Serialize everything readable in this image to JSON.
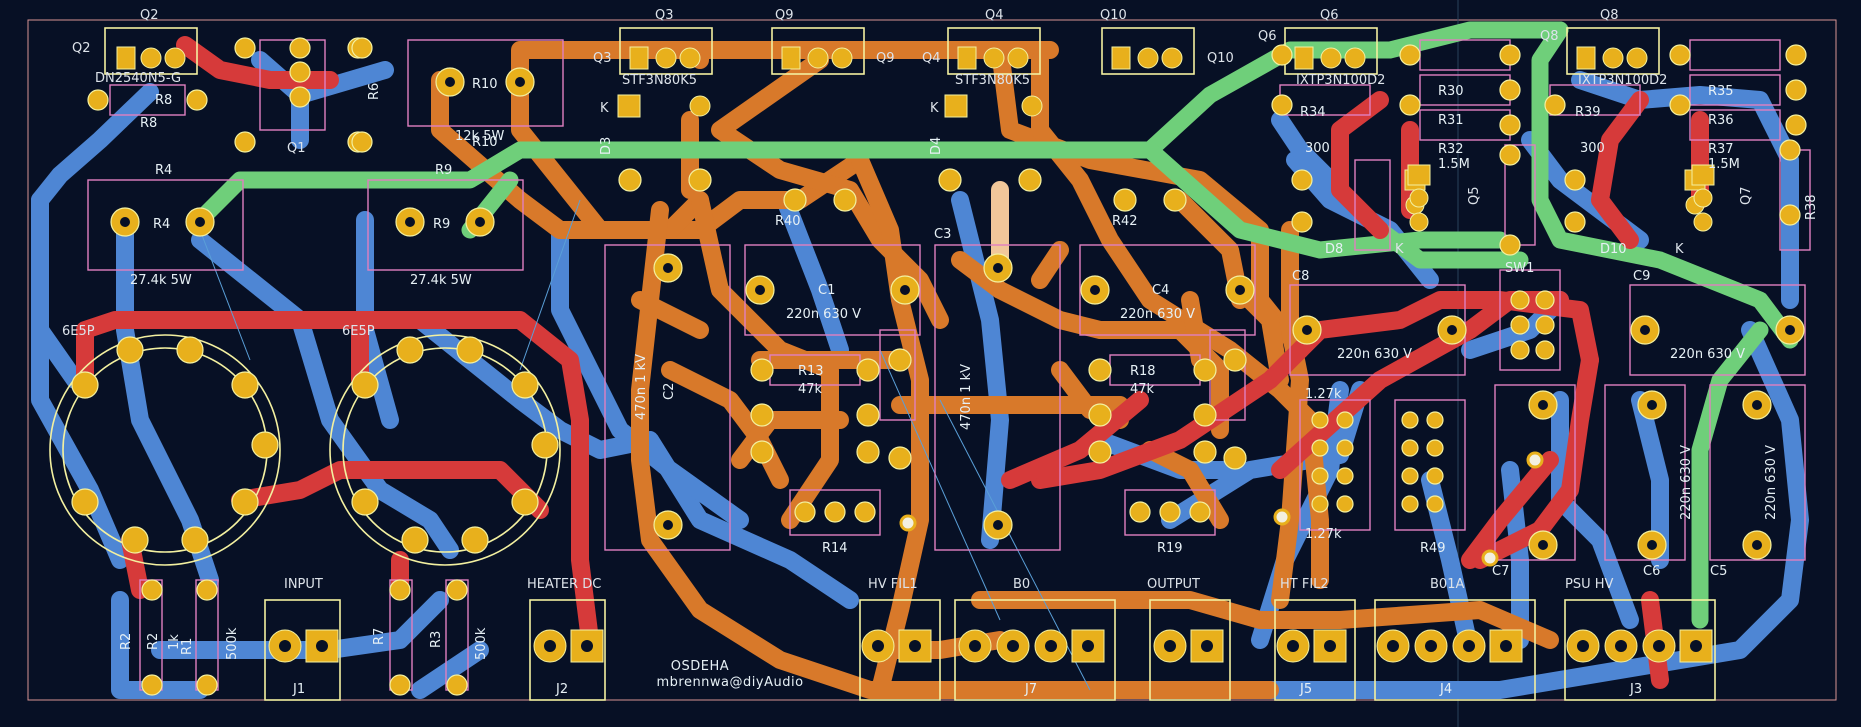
{
  "board": {
    "title": "OSDEHA",
    "author": "mbrennwa@diyAudio"
  },
  "colors": {
    "background": "#071025",
    "front_copper": "#d8792a",
    "back_copper": "#4e86d4",
    "green_trace": "#6fcf7a",
    "red_trace": "#d63a3a",
    "silk": "#f3f0a0",
    "fab": "#e07fc0",
    "pad": "#e8b01c"
  },
  "connectors": {
    "input": {
      "ref": "J1",
      "label": "INPUT"
    },
    "heater": {
      "ref": "J2",
      "label": "HEATER DC"
    },
    "hvfil1": {
      "ref": "",
      "label": "HV FIL1"
    },
    "b": {
      "ref": "J7",
      "label": "B0"
    },
    "output": {
      "ref": "",
      "label": "OUTPUT"
    },
    "hvfil2": {
      "ref": "J5",
      "label": "HT FIL2"
    },
    "j4": {
      "ref": "J4",
      "label": "B01A"
    },
    "psu": {
      "ref": "J3",
      "label": "PSU HV"
    }
  },
  "transistors": {
    "q1": "Q1",
    "q2": "Q2",
    "q3": "Q3",
    "q4": "Q4",
    "q5": "Q5",
    "q6": "Q6",
    "q7": "Q7",
    "q8": "Q8",
    "q9": "Q9",
    "q10": "Q10",
    "q2_part": "DN2540N5-G",
    "q3_part": "STF3N80K5",
    "q4_part": "STF3N80K5",
    "q6_part": "IXTP3N100D2",
    "q8_part": "IXTP3N100D2"
  },
  "resistors": {
    "r1": "R1",
    "r1_val": "500k",
    "r2": "R2",
    "r2_val": "1k",
    "r3": "R3",
    "r3_val": "500k",
    "r4": "R4",
    "r4_val": "27.4k 5W",
    "r6": "R6",
    "r7": "R7",
    "r8": "R8",
    "r9": "R9",
    "r9_val": "27.4k 5W",
    "r10": "R10",
    "r10_val": "12k 5W",
    "r13": "R13",
    "r13_val": "47k",
    "r14": "R14",
    "r18": "R18",
    "r18_val": "47k",
    "r19": "R19",
    "r30": "R30",
    "r31": "R31",
    "r32": "R32",
    "r32_val": "1.5M",
    "r34": "R34",
    "r34_val": "300",
    "r35": "R35",
    "r36": "R36",
    "r37": "R37",
    "r37_val": "1.5M",
    "r38": "R38",
    "r39": "R39",
    "r39_val": "300",
    "r40": "R40",
    "r42": "R42",
    "r49": "R49",
    "r_127k": "1.27k"
  },
  "capacitors": {
    "c1": "C1",
    "c1_val": "220n 630 V",
    "c2": "C2",
    "c2_val": "470n 1 kV",
    "c3": "C3",
    "c3_val": "470n 1 kV",
    "c4": "C4",
    "c4_val": "220n 630 V",
    "c5": "C5",
    "c5_val": "220n 630 V",
    "c6": "C6",
    "c6_val": "220n 630 V",
    "c7": "C7",
    "c8": "C8",
    "c8_val": "220n 630 V",
    "c9": "C9",
    "c9_val": "220n 630 V"
  },
  "diodes": {
    "d3": "D3",
    "d4": "D4",
    "d8": "D8",
    "d10": "D10"
  },
  "misc": {
    "sw1": "SW1",
    "tube_left": "6E5P",
    "tube_right": "6E5P",
    "anode_k": "K"
  }
}
